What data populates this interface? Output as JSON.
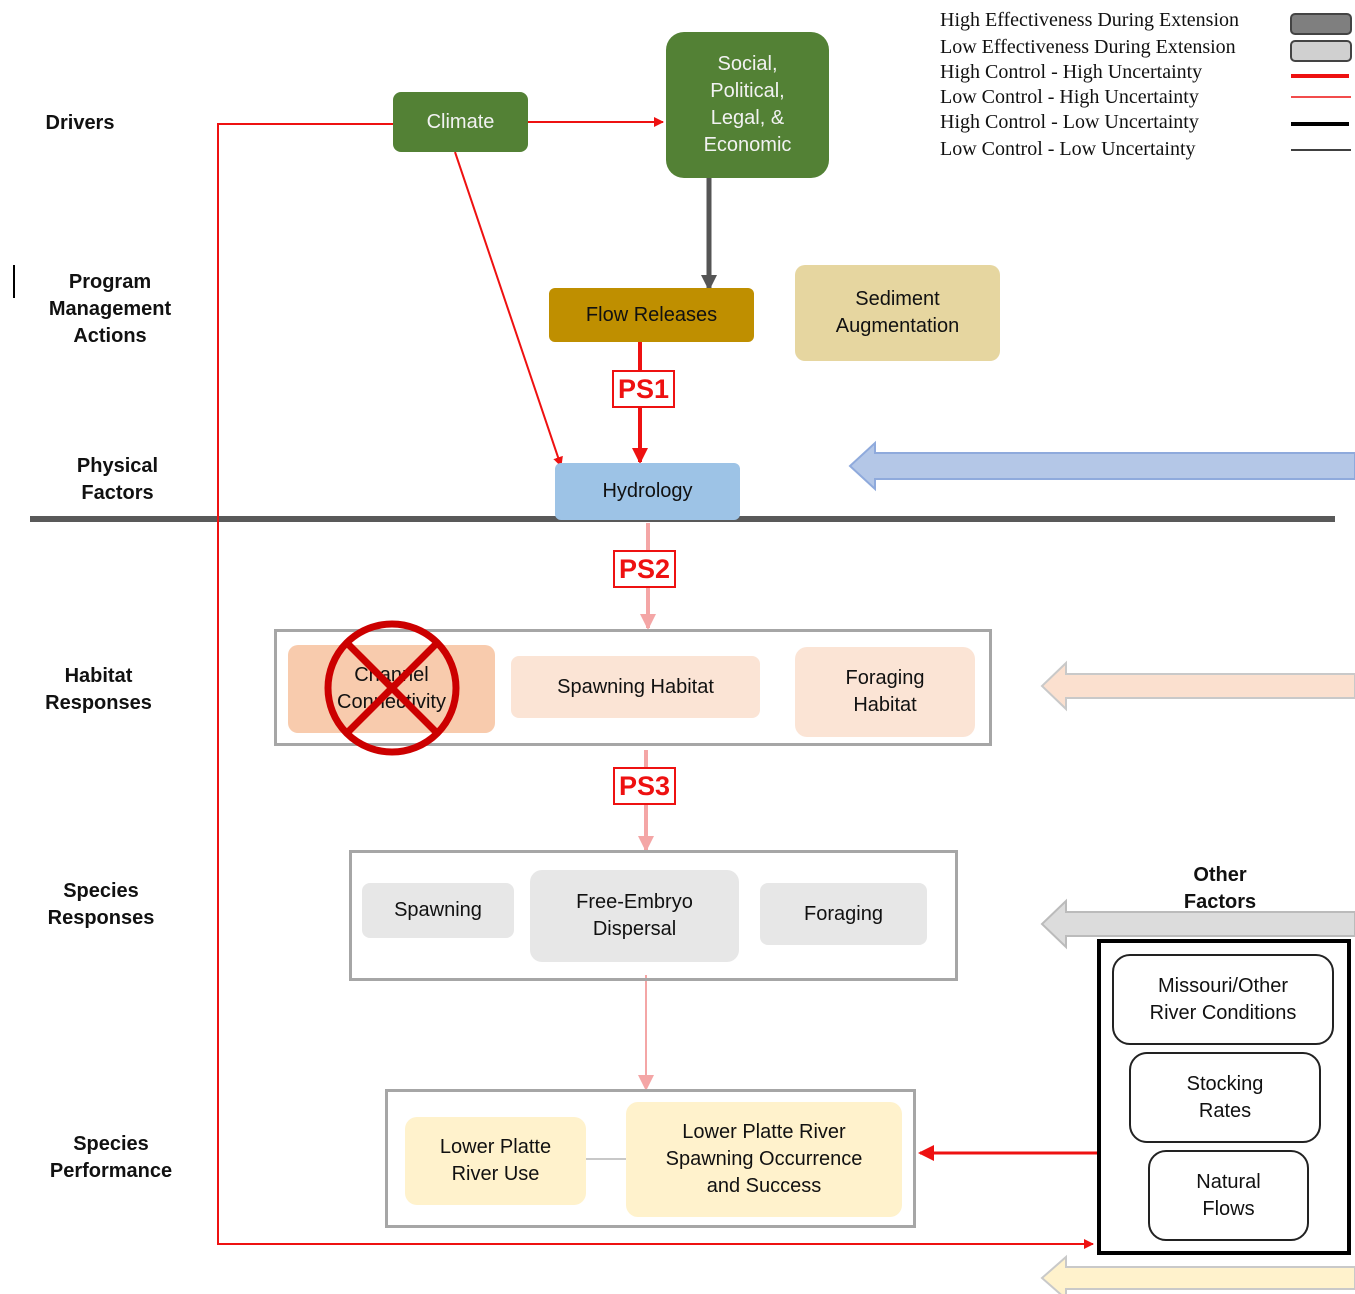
{
  "levels": {
    "drivers": "Drivers",
    "management": "Program\nManagement\nActions",
    "physical": "Physical\nFactors",
    "habitat": "Habitat\nResponses",
    "species_responses": "Species\nResponses",
    "species_performance": "Species\nPerformance"
  },
  "nodes": {
    "climate": "Climate",
    "social": "Social,\nPolitical,\nLegal, &\nEconomic",
    "flow_releases": "Flow Releases",
    "sediment": "Sediment\nAugmentation",
    "hydrology": "Hydrology",
    "channel": "Channel\nConnectivity",
    "spawning_habitat": "Spawning Habitat",
    "foraging_habitat": "Foraging\nHabitat",
    "spawning": "Spawning",
    "free_embryo": "Free-Embryo\nDispersal",
    "foraging": "Foraging",
    "river_use": "Lower Platte\nRiver Use",
    "spawning_success": "Lower Platte River\nSpawning Occurrence\nand Success"
  },
  "pathways": {
    "ps1": "PS1",
    "ps2": "PS2",
    "ps3": "PS3"
  },
  "other_factors": {
    "title": "Other\nFactors",
    "items": [
      "Missouri/Other\nRiver Conditions",
      "Stocking\nRates",
      "Natural\nFlows"
    ]
  },
  "legend": [
    {
      "label": "High Effectiveness During Extension",
      "symbol": "box-dark"
    },
    {
      "label": "Low Effectiveness During Extension",
      "symbol": "box-light"
    },
    {
      "label": "High Control - High Uncertainty",
      "symbol": "line-red-thick"
    },
    {
      "label": "Low Control - High Uncertainty",
      "symbol": "line-red-thin"
    },
    {
      "label": "High Control - Low Uncertainty",
      "symbol": "line-black-thick"
    },
    {
      "label": "Low Control - Low Uncertainty",
      "symbol": "line-black-thin"
    }
  ],
  "colors": {
    "driver_green": "#538135",
    "flow_gold": "#bf8f00",
    "sediment_tan": "#e6d6a0",
    "hydrology_blue": "#9dc3e6",
    "high_uncertainty_red": "#ee1111",
    "faded_red": "#f4a6a6"
  },
  "icons": {
    "channel_connectivity_marker": "crossed-out-circle-icon"
  }
}
